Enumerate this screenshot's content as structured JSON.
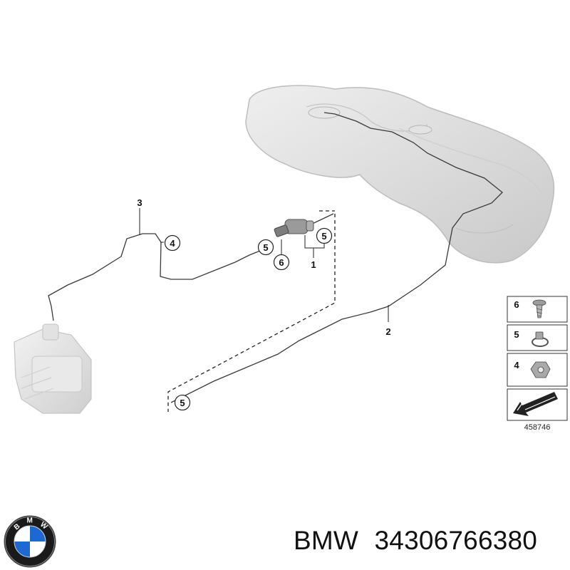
{
  "diagram": {
    "callouts": [
      {
        "id": "fuel-line-assembly",
        "label": "1"
      },
      {
        "id": "fuel-line-front",
        "label": "2"
      },
      {
        "id": "fuel-line-rear",
        "label": "3"
      },
      {
        "id": "clip-a",
        "label": "4"
      },
      {
        "id": "clamp-a",
        "label": "5"
      },
      {
        "id": "clamp-b",
        "label": "5"
      },
      {
        "id": "clamp-c",
        "label": "5"
      },
      {
        "id": "screw",
        "label": "6"
      }
    ],
    "legend": [
      {
        "label": "6",
        "icon": "screw-icon"
      },
      {
        "label": "5",
        "icon": "hose-clamp-icon"
      },
      {
        "label": "4",
        "icon": "clip-icon"
      },
      {
        "label": "",
        "icon": "direction-arrow-icon"
      }
    ],
    "reference_number": "458746"
  },
  "caption": {
    "brand": "BMW",
    "part_number": "34306766380"
  },
  "logo": {
    "lettering": "BMW",
    "colors": {
      "ring": "#1a1a1a",
      "blue": "#1c69d4",
      "white": "#ffffff"
    }
  }
}
